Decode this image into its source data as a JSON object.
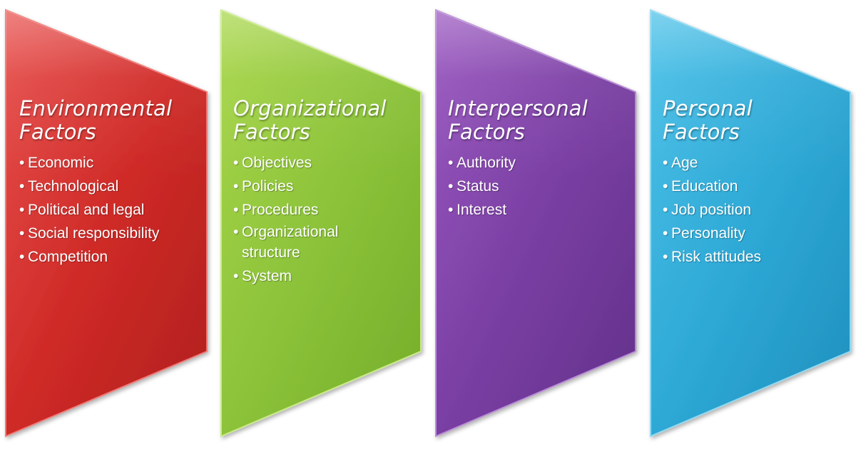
{
  "columns": [
    {
      "title_line1": "Environmental",
      "title_line2": "Factors",
      "items": [
        "Economic",
        "Technological",
        "Political and legal",
        "Social responsibility",
        "Competition"
      ],
      "color": "#d32f2f"
    },
    {
      "title_line1": "Organizational",
      "title_line2": "Factors",
      "items": [
        "Objectives",
        "Policies",
        "Procedures",
        "Organizational structure",
        "System"
      ],
      "color": "#8bc34a"
    },
    {
      "title_line1": "Interpersonal",
      "title_line2": "Factors",
      "items": [
        "Authority",
        "Status",
        "Interest"
      ],
      "color": "#7b3fa0"
    },
    {
      "title_line1": "Personal",
      "title_line2": "Factors",
      "items": [
        "Age",
        "Education",
        "Job position",
        "Personality",
        "Risk attitudes"
      ],
      "color": "#2ea9d6"
    }
  ]
}
